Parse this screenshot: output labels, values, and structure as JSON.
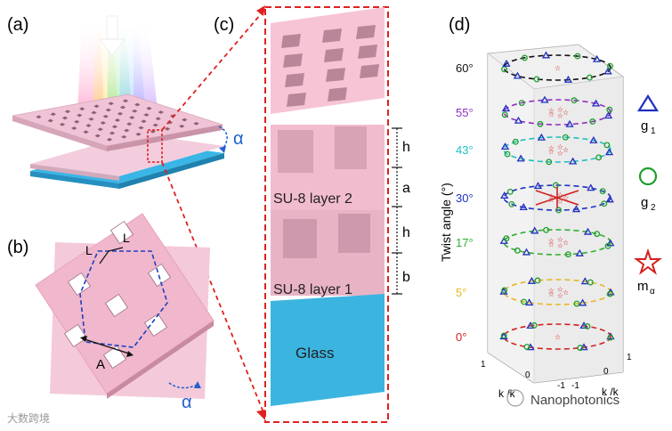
{
  "panels": {
    "a": {
      "label": "(a)",
      "alpha": "α"
    },
    "b": {
      "label": "(b)",
      "alpha": "α",
      "L1": "L",
      "L2": "L",
      "A": "A"
    },
    "c": {
      "label": "(c)",
      "layer2": "SU-8 layer 2",
      "layer1": "SU-8 layer 1",
      "glass": "Glass",
      "dims": [
        "h",
        "a",
        "h",
        "b"
      ]
    },
    "d": {
      "label": "(d)",
      "y_axis_label": "Twist angle (°)",
      "x_axis_label_1": "k /k",
      "x_axis_label_2": "k /k",
      "tick_labels": [
        "1",
        "0",
        "-1",
        "-1",
        "0",
        "1"
      ],
      "legend": [
        {
          "symbol": "triangle",
          "text": "g",
          "sub": "1",
          "color": "#1f2fbf"
        },
        {
          "symbol": "circle",
          "text": "g",
          "sub": "2",
          "color": "#1e9e2e"
        },
        {
          "symbol": "star",
          "text": "m",
          "sub": "α",
          "color": "#d42020"
        }
      ]
    }
  },
  "chart_data": {
    "type": "scatter",
    "ylabel": "Twist angle (°)",
    "categories": [
      "0°",
      "5°",
      "17°",
      "30°",
      "43°",
      "55°",
      "60°"
    ],
    "twist_angles": [
      0,
      5,
      17,
      30,
      43,
      55,
      60
    ],
    "ring_colors": [
      "#d42020",
      "#e6b820",
      "#30b030",
      "#2030c0",
      "#20c0c0",
      "#9030c0",
      "#111111"
    ],
    "series": [
      {
        "name": "g1",
        "marker": "triangle",
        "color": "#1f2fbf"
      },
      {
        "name": "g2",
        "marker": "circle",
        "color": "#1e9e2e"
      },
      {
        "name": "mα",
        "marker": "star",
        "color": "#d42020"
      }
    ]
  },
  "watermark": {
    "left": "大数跨境",
    "right": "Nanophotonics"
  }
}
